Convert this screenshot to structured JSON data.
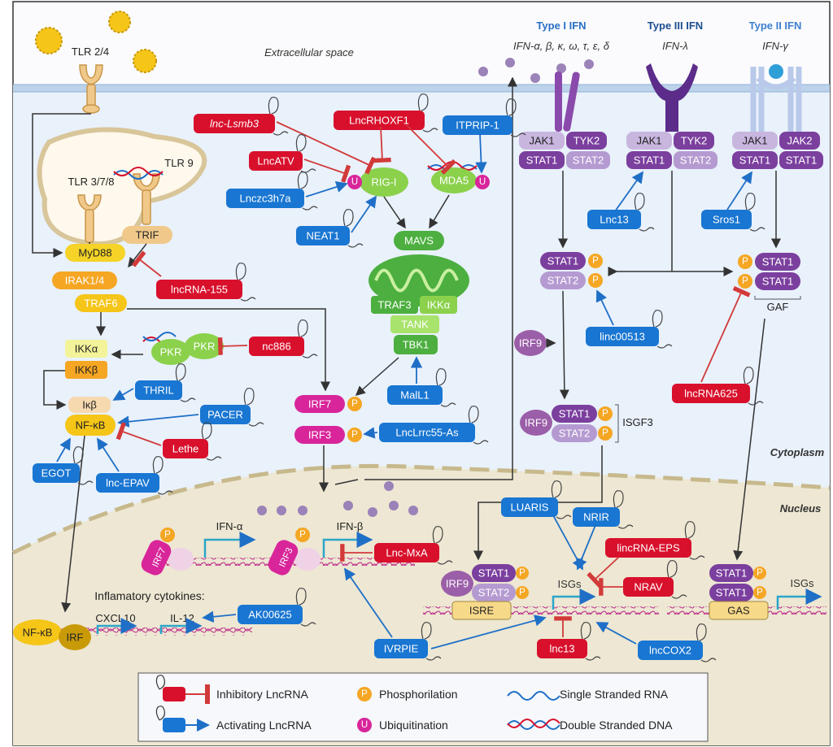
{
  "regions": {
    "extracellular": "Extracellular space",
    "cytoplasm": "Cytoplasm",
    "nucleus": "Nucleus"
  },
  "ifn": {
    "type1_title": "Type I IFN",
    "type1_sub": "IFN-α, β, κ, ω, τ, ε, δ",
    "type3_title": "Type III IFN",
    "type3_sub": "IFN-λ",
    "type2_title": "Type II IFN",
    "type2_sub": "IFN-γ"
  },
  "receptors": {
    "tlr24": "TLR 2/4",
    "tlr378": "TLR 3/7/8",
    "tlr9": "TLR 9"
  },
  "proteins": {
    "myd88": "MyD88",
    "irak": "IRAK1/4",
    "traf6": "TRAF6",
    "trif": "TRIF",
    "ikka": "IKKα",
    "ikkb": "IKKβ",
    "ikb": "Iκβ",
    "nfkb": "NF-κB",
    "pkr": "PKR",
    "rigi": "RIG-I",
    "mda5": "MDA5",
    "mavs": "MAVS",
    "traf3": "TRAF3",
    "ikkalpha": "IKKα",
    "tank": "TANK",
    "tbk1": "TBK1",
    "irf7": "IRF7",
    "irf3": "IRF3",
    "jak1": "JAK1",
    "tyk2": "TYK2",
    "jak2": "JAK2",
    "stat1": "STAT1",
    "stat2": "STAT2",
    "irf9": "IRF9",
    "isgf3": "ISGF3",
    "gaf": "GAF",
    "nfkb_n": "NF-κB",
    "irf_n": "IRF"
  },
  "lncrnas": {
    "lnc_lsmb3": "lnc-Lsmb3",
    "lncrhoxf1": "LncRHOXF1",
    "itprip1": "ITPRIP-1",
    "lncatv": "LncATV",
    "lnczc3h7a": "Lnczc3h7a",
    "neat1": "NEAT1",
    "lncrna155": "lncRNA-155",
    "nc886": "nc886",
    "thril": "THRIL",
    "pacer": "PACER",
    "lethe": "Lethe",
    "egot": "EGOT",
    "lnc_epav": "lnc-EPAV",
    "mall1": "MalL1",
    "lnclrrc55": "LncLrrc55-As",
    "lnc13a": "Lnc13",
    "sros1": "Sros1",
    "linc00513": "linc00513",
    "lncrna625": "lncRNA625",
    "luaris": "LUARIS",
    "nrir": "NRIR",
    "lincrna_eps": "lincRNA-EPS",
    "nrav": "NRAV",
    "lnc_mxa": "Lnc-MxA",
    "ak00625": "AK00625",
    "ivrpie": "IVRPIE",
    "lnc13b": "lnc13",
    "lnccox2": "lncCOX2"
  },
  "nuclear": {
    "ifna": "IFN-α",
    "ifnb": "IFN-β",
    "isgs1": "ISGs",
    "isgs2": "ISGs",
    "isre": "ISRE",
    "gas": "GAS",
    "cytokines_title": "Inflamatory cytokines:",
    "cxcl10": "CXCL10",
    "il12": "IL-12"
  },
  "symbols": {
    "p": "P",
    "u": "U"
  },
  "legend": {
    "inhibitory": "Inhibitory LncRNA",
    "activating": "Activating LncRNA",
    "phosphorilation": "Phosphorilation",
    "ubiquitination": "Ubiquitination",
    "ssrna": "Single Stranded RNA",
    "dsdna": "Double Stranded DNA"
  },
  "colors": {
    "inhibitory_red": "#d8102c",
    "activating_blue": "#1976d2",
    "purple_dark": "#7b3f9e",
    "purple_light": "#b59ad1",
    "green": "#4caf3f",
    "light_green": "#8bd14c",
    "orange": "#f5a623",
    "magenta": "#d8259a",
    "yellow": "#f5d327",
    "membrane": "#bcd3ea"
  }
}
